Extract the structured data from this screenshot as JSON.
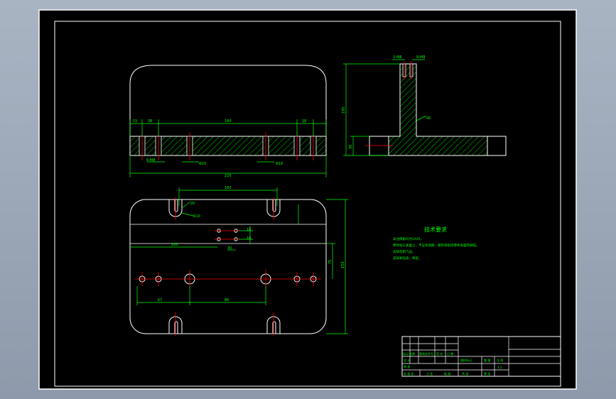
{
  "colors": {
    "background": "#000000",
    "frame": "#ffffff",
    "outline": "#ffffff",
    "dimension": "#00ff00",
    "hatch": "#00ff00",
    "centerline": "#ff0000",
    "notes": "#00ff00",
    "chrome": "#a4afbf"
  },
  "section_view": {
    "dims": {
      "left_edge": "15",
      "left_hole": "38",
      "center": "180",
      "right_hole": "28",
      "bottom_left": "6-M8",
      "bottom_mid": "Φ20",
      "bottom_right": "Φ16",
      "overall": "220"
    }
  },
  "side_view": {
    "dims": {
      "top_left": "2-M8",
      "top_right": "8-M8",
      "height": "195",
      "angle": "45",
      "base_height": "30"
    }
  },
  "plan_view": {
    "dims": {
      "top_span": "160",
      "slot_r": "20",
      "slot_r2": "R10",
      "hole_sp1": "16",
      "hole_sp2": "16",
      "datum": "100",
      "ref": "30",
      "vert_mid": "75",
      "vert_total": "150",
      "bottom_left": "67",
      "bottom_mid": "86"
    }
  },
  "notes": {
    "title": "技术要求",
    "lines": [
      "未注倒角均为1X45。",
      "零件加工表面上，不应有划痕、擦伤等损伤零件表面的缺陷。",
      "去除毛刺飞边。",
      "去除氧化皮、锈迹。"
    ]
  },
  "title_block": {
    "labels": [
      "标记 处数",
      "更改文件号",
      "签 名",
      "日 期",
      "设 计",
      "审 核",
      "图样标记",
      "重 量",
      "比 例",
      "共 张",
      "第 张",
      "1:1",
      "标 准 化",
      "工 艺",
      "批 准"
    ]
  }
}
